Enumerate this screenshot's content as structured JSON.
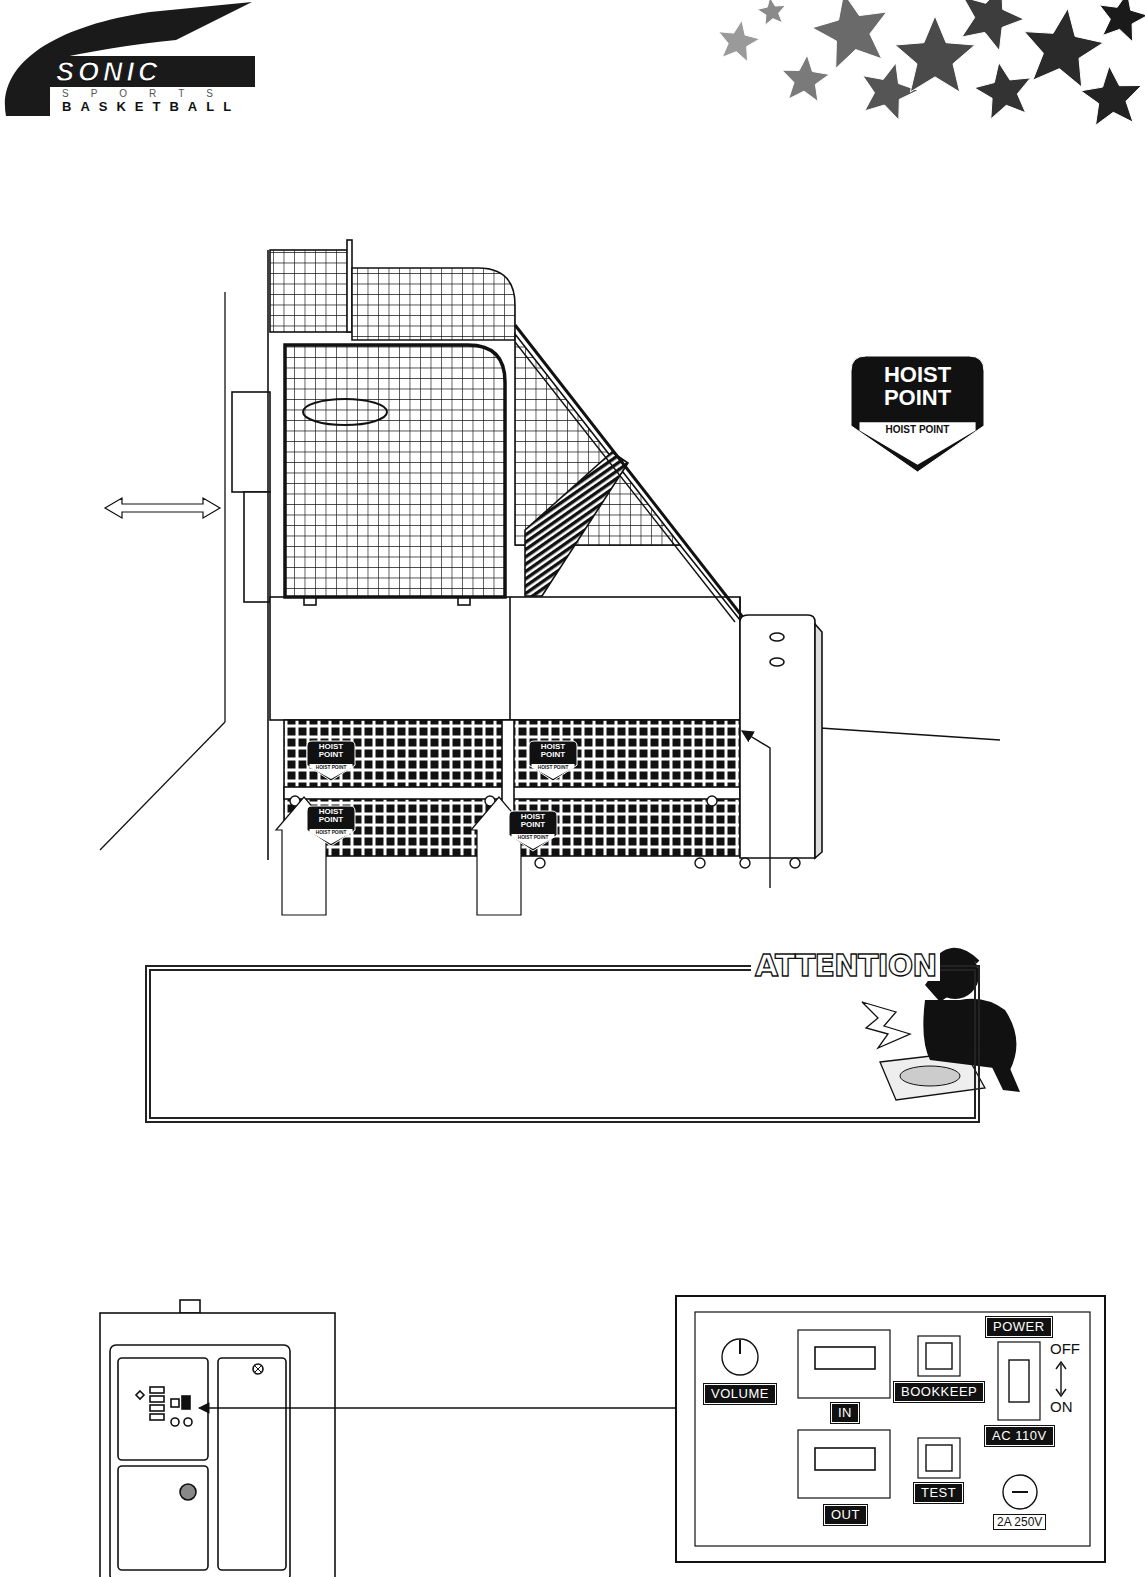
{
  "diagram": {
    "nodes": [
      {
        "text": [
          "HOIST POINT",
          "HOIST POINT"
        ]
      },
      {
        "text": [
          "HOIST POINT",
          "HOIST POINT"
        ]
      },
      {
        "text": [
          "HOIST POINT",
          "HOIST POINT"
        ]
      },
      {
        "text": [
          "HOIST POINT",
          "HOIST POINT"
        ]
      },
      {
        "text": [
          "HOIST POINT",
          "HOIST POINT"
        ]
      },
      {
        "text": [
          "ATTENTION"
        ]
      }
    ],
    "labels": [
      "SONIC",
      "SPORTS",
      "BASKETBALL",
      "VOLUME",
      "IN",
      "BOOKKEEP",
      "POWER",
      "OFF",
      "ON",
      "AC 110V",
      "OUT",
      "TEST",
      "2A 250V"
    ]
  }
}
